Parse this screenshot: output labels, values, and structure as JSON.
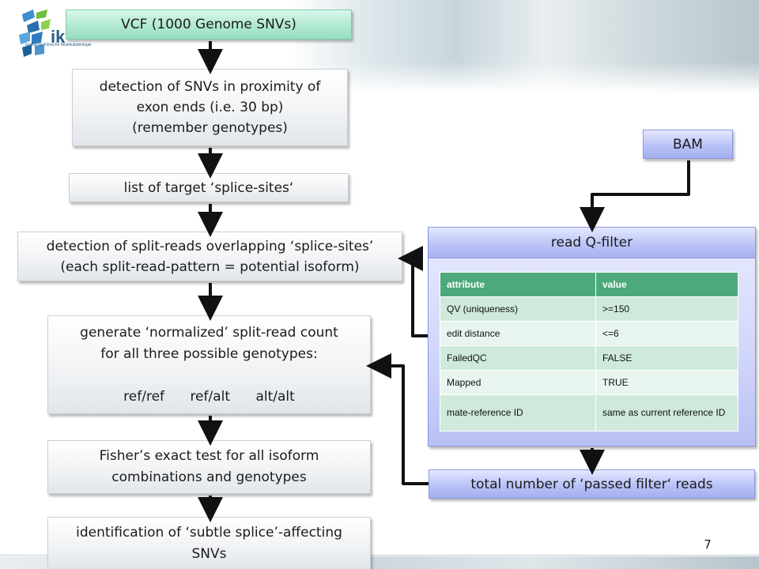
{
  "slide": {
    "page_number": "7",
    "logo_name": "ikm-logo",
    "logo_text": "Institut für Klinische Molekularbiologie"
  },
  "flow": {
    "vcf": "VCF (1000 Genome SNVs)",
    "detect_snvs": [
      "detection of SNVs in proximity of",
      "exon ends (i.e. 30 bp)",
      "(remember genotypes)"
    ],
    "target_list": "list of target ‘splice-sites‘",
    "split_reads": [
      "detection of split-reads overlapping ‘splice-sites’",
      "(each split-read-pattern = potential isoform)"
    ],
    "normalized": [
      "generate ‘normalized’ split-read count",
      "for all three possible genotypes:",
      "",
      "ref/ref      ref/alt      alt/alt"
    ],
    "fisher": [
      "Fisher’s exact test for all isoform",
      "combinations and genotypes"
    ],
    "identification": [
      "identification of ‘subtle splice’-affecting",
      "SNVs"
    ]
  },
  "right": {
    "bam": "BAM",
    "filter_title": "read Q-filter",
    "total": "total number of ‘passed filter‘ reads"
  },
  "filter_table": {
    "headers": [
      "attribute",
      "value"
    ],
    "rows": [
      [
        "QV (uniqueness)",
        ">=150"
      ],
      [
        "edit distance",
        "<=6"
      ],
      [
        "FailedQC",
        "FALSE"
      ],
      [
        "Mapped",
        "TRUE"
      ],
      [
        "mate-reference ID",
        "same as current reference ID"
      ]
    ]
  },
  "colors": {
    "green_box": "#b3ead3",
    "blue_box": "#b9c2f7",
    "table_header": "#4ea97a",
    "arrow": "#111111"
  }
}
